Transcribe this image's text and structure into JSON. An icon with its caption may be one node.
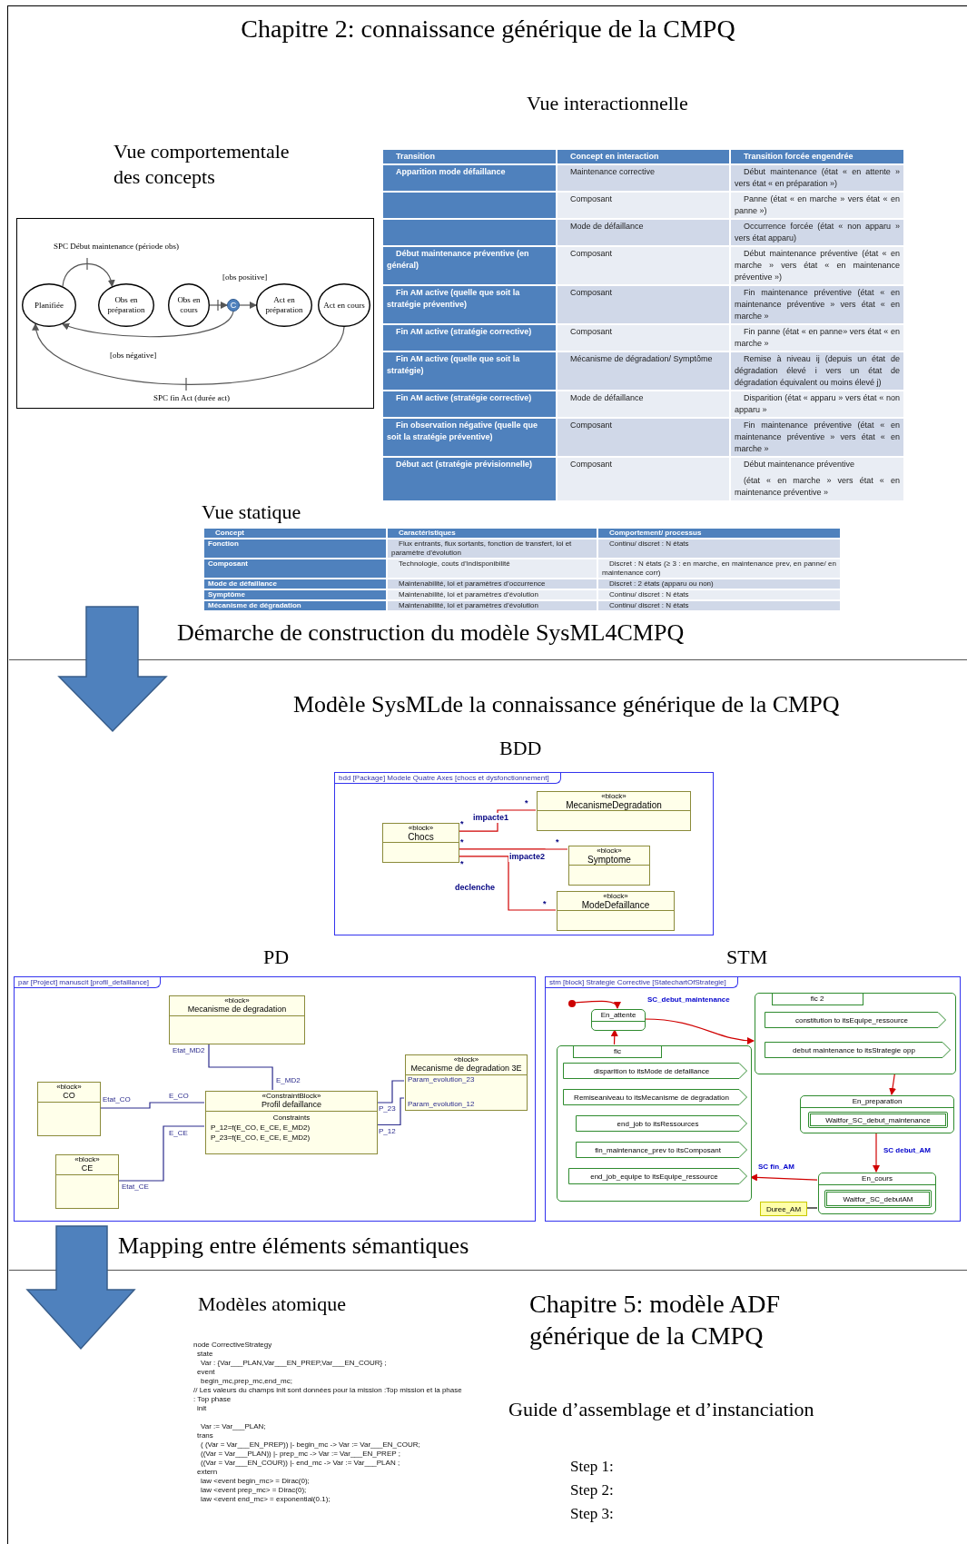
{
  "diagram": {
    "title": "Chapitre 2: connaissance générique de la CMPQ",
    "nodes": [
      {
        "text": [
          "Planifiée"
        ]
      },
      {
        "text": [
          "Obs en préparation"
        ]
      },
      {
        "text": [
          "Obs en cours"
        ]
      },
      {
        "text": [
          "C"
        ]
      },
      {
        "text": [
          "Act en préparation"
        ]
      },
      {
        "text": [
          "Act en cours"
        ]
      },
      {
        "text": [
          "bdd [Package] Modele Quatre Axes [chocs et dysfonctionnement]"
        ]
      },
      {
        "text": [
          "«block»",
          "MecanismeDegradation"
        ],
        "in": 6
      },
      {
        "text": [
          "«block»",
          "Chocs"
        ],
        "in": 6
      },
      {
        "text": [
          "«block»",
          "Symptome"
        ],
        "in": 6
      },
      {
        "text": [
          "«block»",
          "ModeDefaillance"
        ],
        "in": 6
      },
      {
        "text": [
          "par [Project] manuscit [profil_defaillance]"
        ]
      },
      {
        "text": [
          "«block»",
          "Mecanisme de degradation"
        ],
        "in": 11
      },
      {
        "text": [
          "«block»",
          "CO"
        ],
        "in": 11
      },
      {
        "text": [
          "«ConstraintBlock»",
          "Profil defaillance",
          "Constraints",
          "P_12=f(E_CO, E_CE, E_MD2)",
          "P_23=f(E_CO, E_CE, E_MD2)"
        ],
        "in": 11
      },
      {
        "text": [
          "«block»",
          "Mecanisme de degradation 3E"
        ],
        "in": 11
      },
      {
        "text": [
          "«block»",
          "CE"
        ],
        "in": 11
      },
      {
        "text": [
          "stm [block] Strategie Corrective [StatechartOfStrategie]"
        ]
      },
      {
        "text": [],
        "shape": "circle",
        "in": 17
      },
      {
        "text": [
          "En_attente"
        ],
        "in": 17
      },
      {
        "text": [
          "fic 2"
        ],
        "in": 17
      },
      {
        "text": [
          "constitution to itsEquipe_ressource"
        ],
        "in": 20
      },
      {
        "text": [
          "debut maintenance to itsStrategie opp"
        ],
        "in": 20
      },
      {
        "text": [
          "fic"
        ],
        "in": 17
      },
      {
        "text": [
          "disparition to itsMode de defaillance"
        ],
        "in": 23
      },
      {
        "text": [
          "Remiseaniveau to itsMecanisme de degradation"
        ],
        "in": 23
      },
      {
        "text": [
          "end_job to itsRessources"
        ],
        "in": 23
      },
      {
        "text": [
          "fin_maintenance_prev to itsComposant"
        ],
        "in": 23
      },
      {
        "text": [
          "end_job_equipe to itsEquipe_ressource"
        ],
        "in": 23
      },
      {
        "text": [
          "En_preparation"
        ],
        "in": 17
      },
      {
        "text": [
          "Waitfor_SC_debut_maintenance"
        ],
        "in": 29
      },
      {
        "text": [
          "Duree_AM"
        ],
        "in": 17
      },
      {
        "text": [
          "En_cours"
        ],
        "in": 17
      },
      {
        "text": [
          "Waitfor_SC_debutAM"
        ],
        "in": 32
      }
    ],
    "edges": [
      {
        "from": 0,
        "to": 1,
        "arrow": "to",
        "label": "SPC Début maintenance (période obs)",
        "color": "#555555"
      },
      {
        "from": 2,
        "to": 3,
        "arrow": "to",
        "color": "#555555"
      },
      {
        "from": 3,
        "to": 4,
        "arrow": "to",
        "label": "[obs positive]",
        "color": "#555555"
      },
      {
        "from": 3,
        "to": 0,
        "arrow": "to",
        "label": "[obs négative]",
        "color": "#555555"
      },
      {
        "from": 5,
        "to": 0,
        "arrow": "to",
        "label": "SPC  fin Act (durée act)",
        "color": "#555555"
      },
      {
        "from": 8,
        "to": 7,
        "arrow": "none",
        "label": "impacte1"
      },
      {
        "from": 8,
        "to": 9,
        "arrow": "none",
        "label": "impacte2"
      },
      {
        "from": 8,
        "to": 10,
        "arrow": "none",
        "label": "declenche"
      },
      {
        "from": 12,
        "to": 14,
        "arrow": "none",
        "color": "#2b2b8c"
      },
      {
        "from": 13,
        "to": 14,
        "arrow": "none",
        "color": "#2b2b8c"
      },
      {
        "from": 16,
        "to": 14,
        "arrow": "none",
        "color": "#2b2b8c"
      },
      {
        "from": 14,
        "to": 15,
        "arrow": "none",
        "color": "#2b2b8c"
      },
      {
        "from": 14,
        "to": 15,
        "arrow": "none",
        "color": "#2b2b8c"
      },
      {
        "from": 18,
        "to": 19,
        "arrow": "to"
      },
      {
        "from": 19,
        "to": 20,
        "arrow": "to",
        "label": "SC_debut_maintenance"
      },
      {
        "from": 20,
        "to": 29,
        "arrow": "to"
      },
      {
        "from": 29,
        "to": 32,
        "arrow": "to",
        "label": "SC debut_AM"
      },
      {
        "from": 32,
        "to": 23,
        "arrow": "to",
        "label": "SC fin_AM"
      },
      {
        "from": 23,
        "to": 19,
        "arrow": "to"
      },
      {
        "from": 31,
        "to": 32,
        "arrow": "none",
        "color": "#000000"
      }
    ],
    "labels": [
      "Vue interactionnelle",
      "Vue comportementale des concepts",
      "Transition",
      "Concept en interaction",
      "Transition forcée engendrée",
      "Apparition mode défaillance",
      "Maintenance corrective",
      "Début maintenance (état « en attente » vers état « en préparation »)",
      "Composant",
      "Panne (état « en marche » vers état « en panne »)",
      "Mode de défaillance",
      "Occurrence forcée (état « non apparu » vers état apparu)",
      "Début maintenance préventive (en général)",
      "Composant",
      "Début maintenance préventive (état « en marche » vers état « en maintenance préventive »)",
      "Fin AM active (quelle que soit la stratégie préventive)",
      "Composant",
      "Fin maintenance préventive (état « en maintenance préventive » vers état « en marche »",
      "Fin AM active (stratégie corrective)",
      "Composant",
      "Fin panne (état « en panne» vers état « en marche »",
      "Fin AM active (quelle que soit la stratégie)",
      "Mécanisme de dégradation/ Symptôme",
      "Remise à niveau ij (depuis un état de dégradation élevé i vers un état de dégradation équivalent ou moins élevé j)",
      "Fin AM active (stratégie corrective)",
      "Mode de défaillance",
      "Disparition (état « apparu » vers état « non apparu »",
      "Fin observation négative (quelle que soit la stratégie préventive)",
      "Composant",
      "Fin maintenance préventive (état « en maintenance préventive » vers état « en marche »",
      "Début act (stratégie prévisionnelle)",
      "Composant",
      "Début maintenance préventive",
      "(état « en marche » vers état « en maintenance préventive »",
      "Vue statique",
      "Concept",
      "Caractéristiques",
      "Comportement/ processus",
      "Fonction",
      "Flux entrants, flux sortants, fonction de transfert, loi et paramètre d’évolution",
      "Continu/ discret : N états",
      "Composant",
      "Technologie, couts d’indisponibilité",
      "Discret : N états (≥ 3 : en marche, en maintenance prev, en panne/ en maintenance corr)",
      "Mode de défaillance",
      "Maintenabilité, loi et paramètres d’occurrence",
      "Discret : 2 états (apparu ou non)",
      "Symptôme",
      "Maintenabilité, loi et paramètres d’évolution",
      "Continu/ discret : N états",
      "Mécanisme de dégradation",
      "Maintenabilité, loi et paramètres d’évolution",
      "Continu/ discret : N états",
      "Démarche de construction du modèle SysML4CMPQ",
      "Modèle SysMLde la connaissance générique de la CMPQ",
      "BDD",
      "*",
      "*",
      "*",
      "*",
      "*",
      "*",
      "PD",
      "STM",
      "Etat_MD2",
      "E_MD2",
      "Etat_CO",
      "E_CO",
      "E_CE",
      "Etat_CE",
      "P_23",
      "P_12",
      "Param_evolution_23",
      "Param_evolution_12",
      "Mapping entre éléments sémantiques",
      "Modèles atomique",
      "Chapitre 5: modèle ADF générique de la CMPQ",
      "node CorrectiveStrategy",
      "state",
      "Var : {Var___PLAN,Var___EN_PREP,Var___EN_COUR} ;",
      "event",
      "begin_mc,prep_mc,end_mc;",
      "// Les valeurs du champs init sont données pour la mission :Top mission    et la phase : Top phase",
      "init",
      "Var := Var___PLAN;",
      "trans",
      "( (Var = Var___EN_PREP)) |- begin_mc -> Var := Var___EN_COUR;",
      "((Var = Var___PLAN)) |- prep_mc -> Var := Var___EN_PREP ;",
      "((Var = Var___EN_COUR)) |- end_mc -> Var := Var___PLAN ;",
      "extern",
      "law <event begin_mc> = Dirac(0);",
      "law <event prep_mc> = Dirac(0);",
      "law <event end_mc> = exponential(0.1);",
      "Guide d’assemblage et d’instanciation",
      "Step 1:",
      "Step 2:",
      "Step 3:"
    ]
  }
}
